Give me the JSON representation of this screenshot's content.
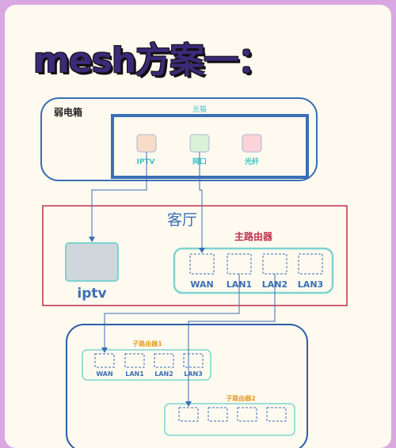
{
  "title": "mesh方案一：",
  "weak_box": {
    "label": "弱电箱"
  },
  "modem": {
    "label": "光猫",
    "ports": [
      "IPTV",
      "网口",
      "光纤"
    ]
  },
  "living_room": {
    "label": "客厅"
  },
  "main_router": {
    "label": "主路由器",
    "ports": [
      "WAN",
      "LAN1",
      "LAN2",
      "LAN3"
    ]
  },
  "tv_box": {
    "label": "iptv"
  },
  "sub_router_1": {
    "label": "子路由器1",
    "ports": [
      "WAN",
      "LAN1",
      "LAN2",
      "LAN3"
    ]
  },
  "sub_router_2": {
    "label": "子路由器2"
  },
  "colors": {
    "blue": "#3a6fb5",
    "cyan": "#3cc3c3",
    "red": "#c0304a",
    "orange": "#e59b22",
    "iptv_port": "#f9dcc8",
    "lan_port": "#d9f2d9",
    "fiber_port": "#fbd3d8",
    "tv": "#cfd6dc"
  }
}
